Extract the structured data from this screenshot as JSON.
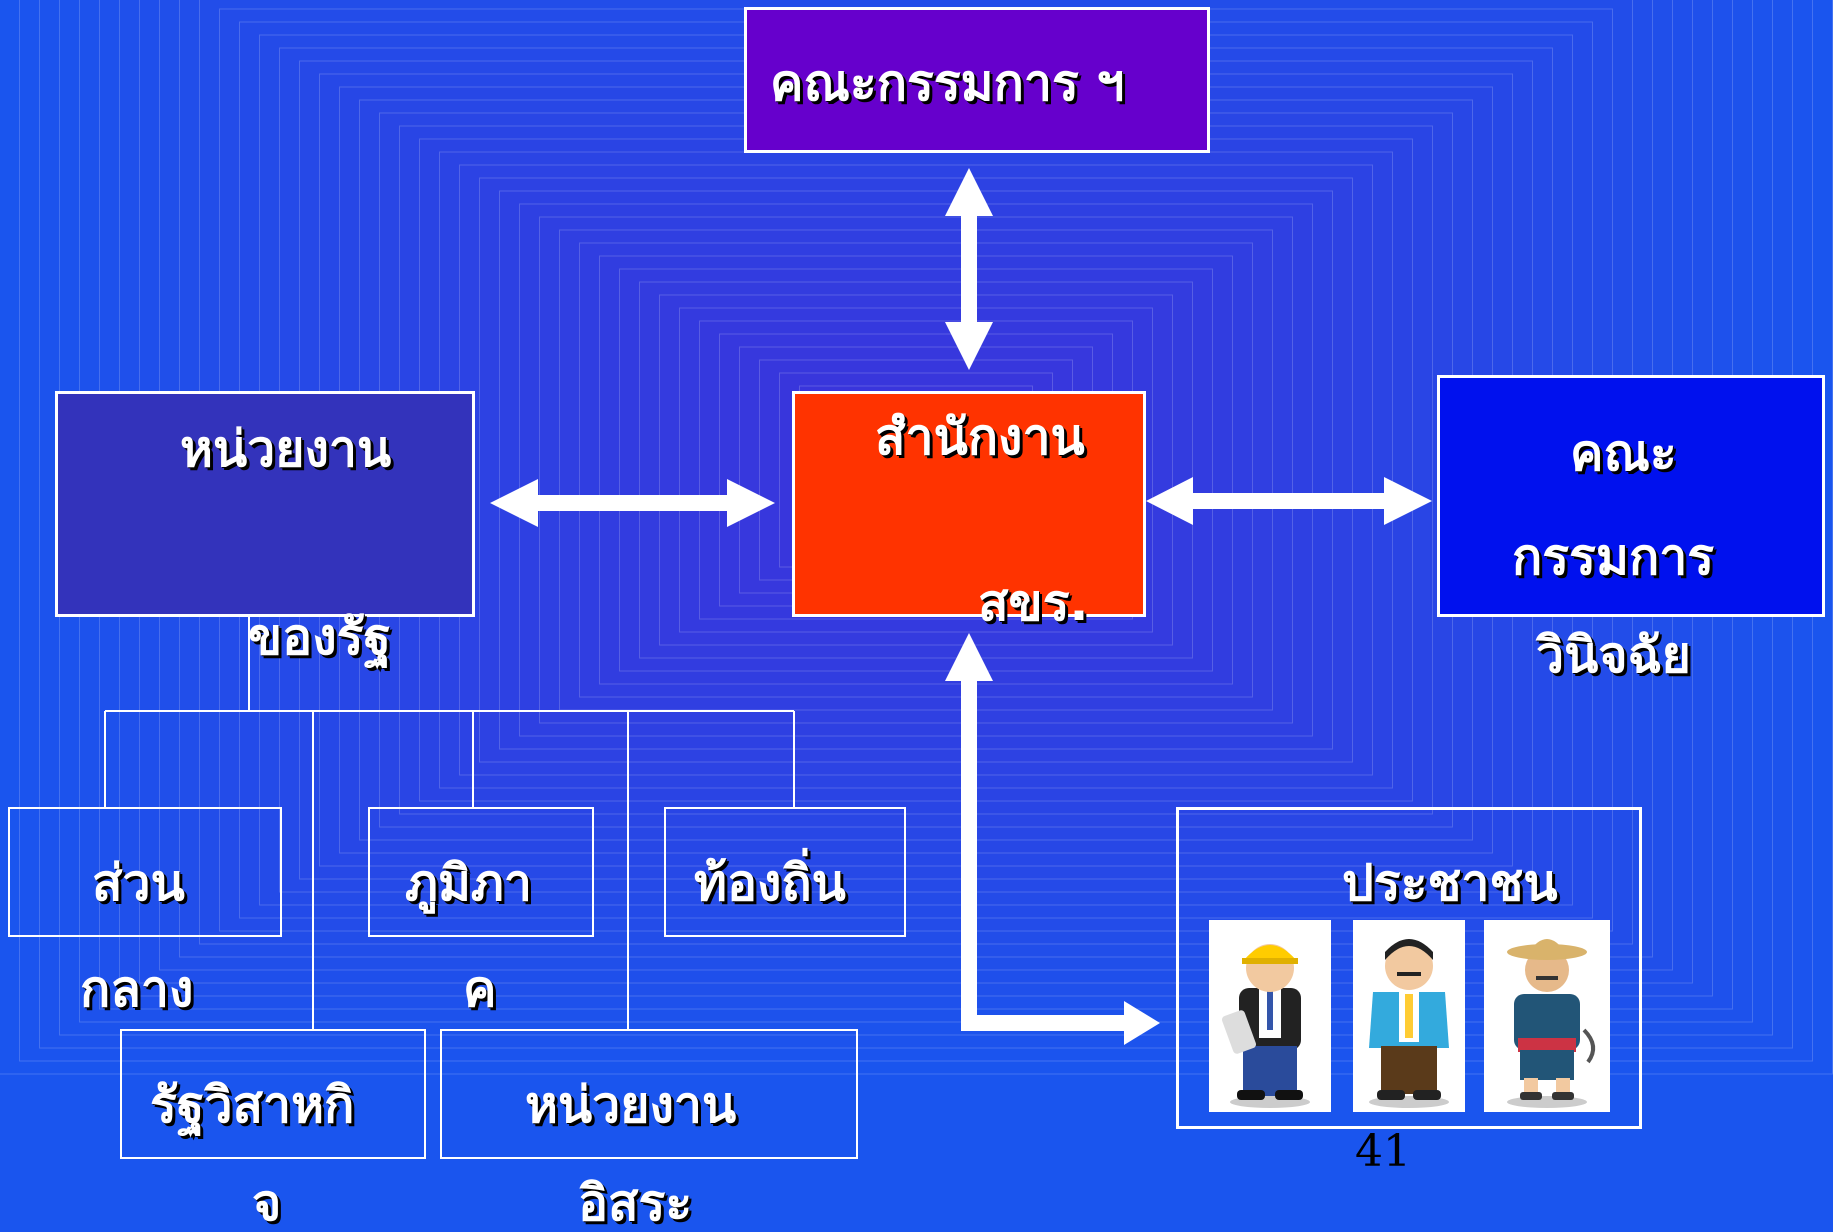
{
  "colors": {
    "background": "#1a55ee",
    "committee_top": "#6600cc",
    "office_center": "#ff3300",
    "gov_agency": "#3333bb",
    "adjudication": "#0011ee",
    "arrow": "#ffffff",
    "text": "#ffffff"
  },
  "nodes": {
    "committee": {
      "label": "คณะกรรมการ ฯ"
    },
    "office": {
      "line1": "สำนักงาน",
      "line2": "สขร."
    },
    "gov_agency": {
      "line1": "หน่วยงาน",
      "line2": "ของรัฐ"
    },
    "adjudication": {
      "line1": "คณะ",
      "line2": "กรรมการ",
      "line3": "วินิจฉัย"
    },
    "central": {
      "line1": "ส่วน",
      "line2": "กลาง"
    },
    "regional": {
      "line1": "ภูมิภา",
      "line2": "ค"
    },
    "local": {
      "label": "ท้องถิ่น"
    },
    "state_enterprise": {
      "line1": "รัฐวิสาหกิ",
      "line2": "จ"
    },
    "independent": {
      "line1": "หน่วยงาน",
      "line2": "อิสระ"
    },
    "public": {
      "label": "ประชาชน",
      "people": [
        "engineer-person-icon",
        "businessman-person-icon",
        "farmer-person-icon"
      ]
    }
  },
  "page_number": "41"
}
